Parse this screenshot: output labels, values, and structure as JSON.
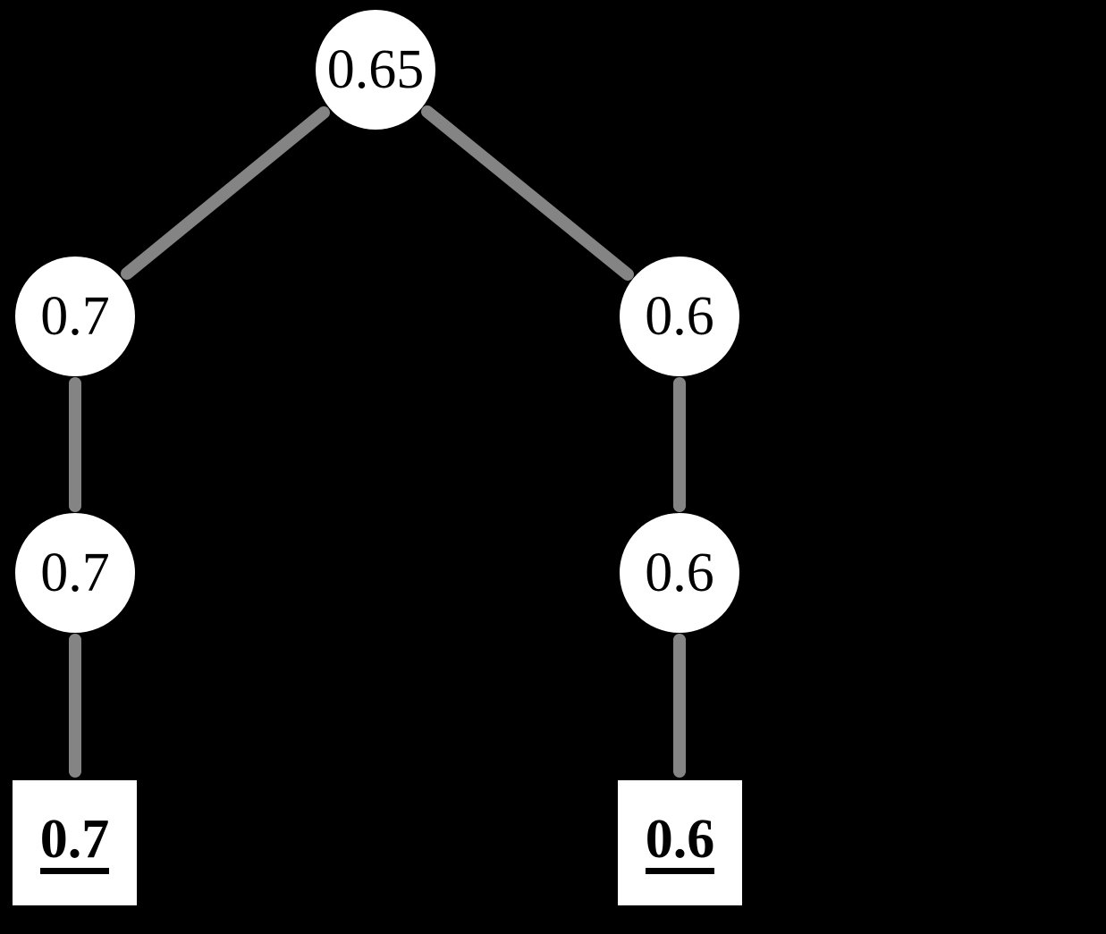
{
  "diagram": {
    "type": "binary-tree",
    "background_color": "#000000",
    "node_fill_color": "#ffffff",
    "node_text_color": "#000000",
    "edge_color": "#848484",
    "nodes": {
      "root": {
        "label": "0.65",
        "shape": "circle"
      },
      "left_child": {
        "label": "0.7",
        "shape": "circle"
      },
      "right_child": {
        "label": "0.6",
        "shape": "circle"
      },
      "left_grandchild": {
        "label": "0.7",
        "shape": "circle"
      },
      "right_grandchild": {
        "label": "0.6",
        "shape": "circle"
      },
      "left_leaf": {
        "label": "0.7",
        "shape": "square",
        "emphasis": "bold-underline"
      },
      "right_leaf": {
        "label": "0.6",
        "shape": "square",
        "emphasis": "bold-underline"
      }
    },
    "edges": [
      {
        "from": "root",
        "to": "left_child"
      },
      {
        "from": "root",
        "to": "right_child"
      },
      {
        "from": "left_child",
        "to": "left_grandchild"
      },
      {
        "from": "right_child",
        "to": "right_grandchild"
      },
      {
        "from": "left_grandchild",
        "to": "left_leaf"
      },
      {
        "from": "right_grandchild",
        "to": "right_leaf"
      }
    ]
  }
}
